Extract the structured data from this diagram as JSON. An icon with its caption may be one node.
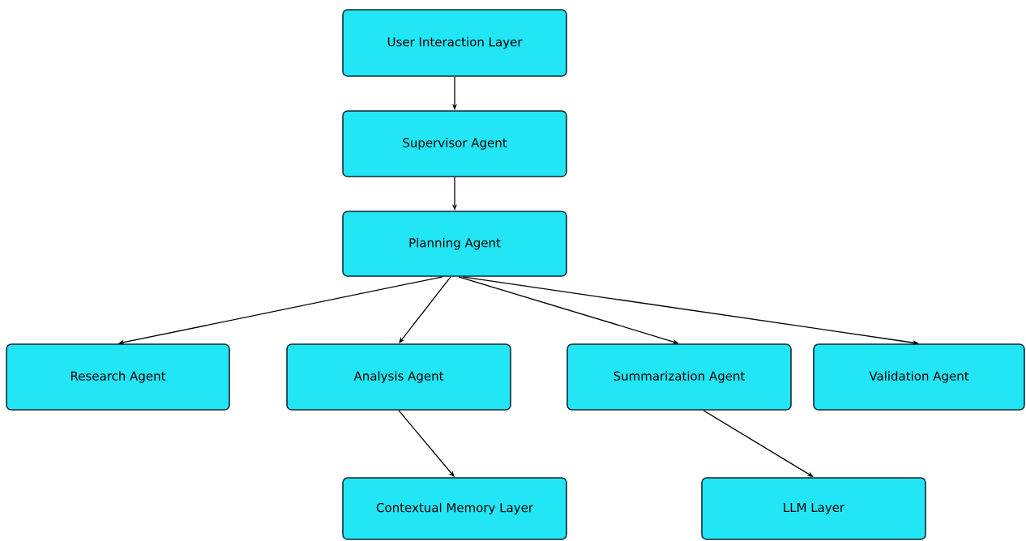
{
  "diagram": {
    "nodes": [
      {
        "text": [
          "User Interaction Layer"
        ]
      },
      {
        "text": [
          "Supervisor Agent"
        ]
      },
      {
        "text": [
          "Planning Agent"
        ]
      },
      {
        "text": [
          "Research Agent"
        ]
      },
      {
        "text": [
          "Analysis Agent"
        ]
      },
      {
        "text": [
          "Summarization Agent"
        ]
      },
      {
        "text": [
          "Validation Agent"
        ]
      },
      {
        "text": [
          "Contextual Memory Layer"
        ]
      },
      {
        "text": [
          "LLM Layer"
        ]
      }
    ],
    "edges": [
      {
        "from": 0,
        "to": 1,
        "arrow": "to"
      },
      {
        "from": 1,
        "to": 2,
        "arrow": "to"
      },
      {
        "from": 2,
        "to": 3,
        "arrow": "to"
      },
      {
        "from": 2,
        "to": 4,
        "arrow": "to"
      },
      {
        "from": 2,
        "to": 5,
        "arrow": "to"
      },
      {
        "from": 2,
        "to": 6,
        "arrow": "to"
      },
      {
        "from": 4,
        "to": 7,
        "arrow": "to"
      },
      {
        "from": 5,
        "to": 8,
        "arrow": "to"
      }
    ]
  }
}
